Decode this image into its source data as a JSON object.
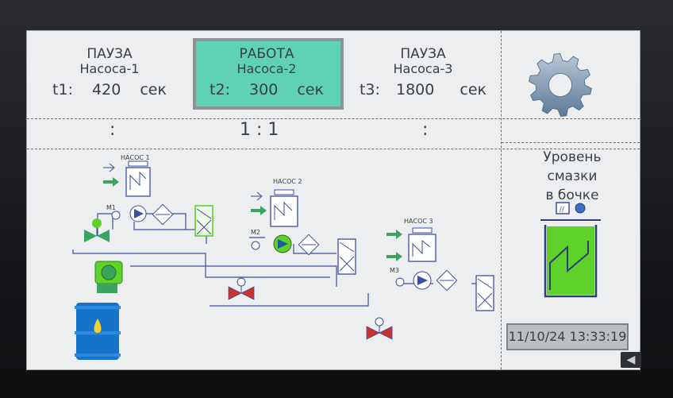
{
  "pumps": [
    {
      "state": "ПАУЗА",
      "name": "Насоса-1",
      "tlabel": "t1:",
      "value": "420",
      "unit": "сек"
    },
    {
      "state": "РАБОТА",
      "name": "Насоса-2",
      "tlabel": "t2:",
      "value": "300",
      "unit": "сек"
    },
    {
      "state": "ПАУЗА",
      "name": "Насоса-3",
      "tlabel": "t3:",
      "value": "1800",
      "unit": "сек"
    }
  ],
  "ratio": {
    "left": ":",
    "center": "1 : 1",
    "right": ":"
  },
  "lubricant": {
    "line1": "Уровень",
    "line2": "смазки",
    "line3": "в бочке"
  },
  "datetime": "11/10/24 13:33:19",
  "diagram_labels": {
    "pump1": "НАСОС 1",
    "pump2": "НАСОС 2",
    "pump3": "НАСОС 3",
    "m1": "М1",
    "m2": "М2",
    "m3": "М3"
  },
  "colors": {
    "active": "#5fd1b4",
    "green": "#5ed12b",
    "tank": "#1573c9",
    "valve_red": "#c8342a",
    "line": "#3d4fa0"
  },
  "icons": {
    "settings": "gear-icon",
    "back": "back-arrow-icon"
  }
}
